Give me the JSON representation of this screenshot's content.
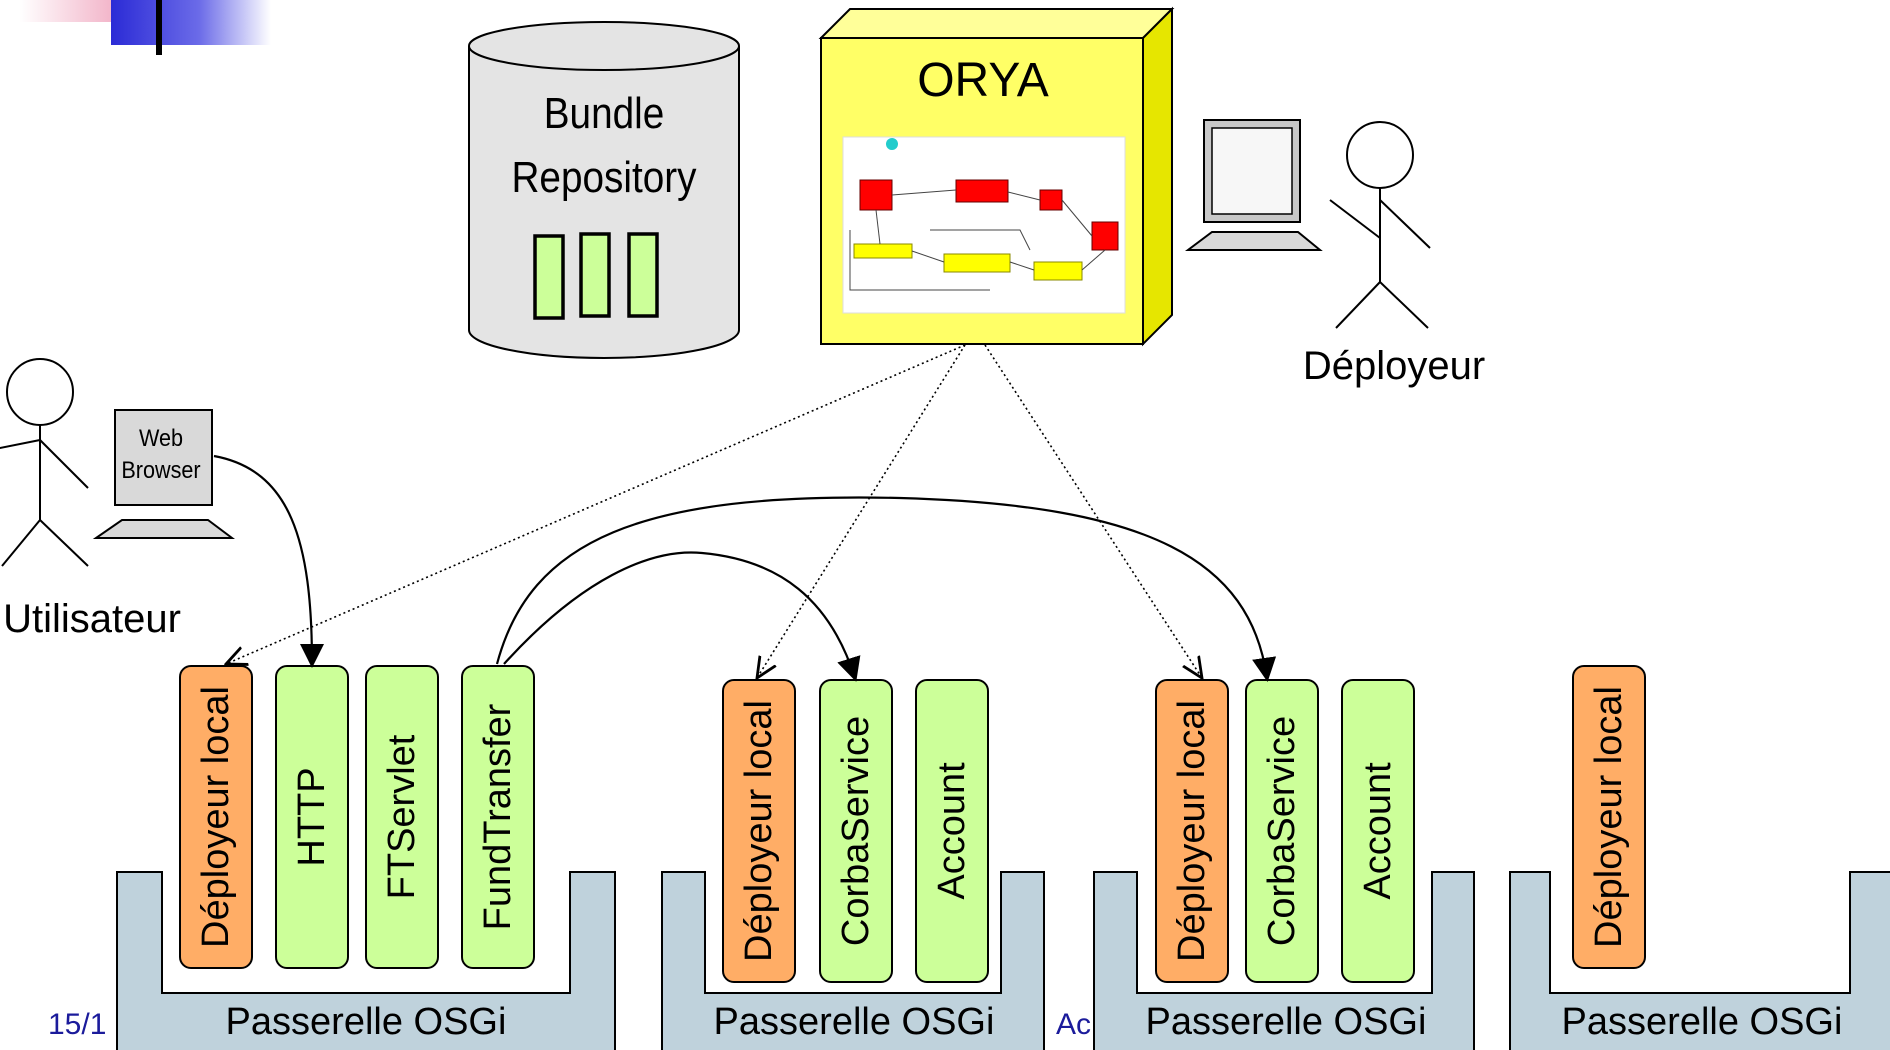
{
  "orya": {
    "title": "ORYA"
  },
  "repository": {
    "line1": "Bundle",
    "line2": "Repository"
  },
  "actors": {
    "deployer": "Déployeur",
    "user": "Utilisateur"
  },
  "browser": {
    "line1": "Web",
    "line2": "Browser"
  },
  "footer": {
    "date_partial": "15/1",
    "text_partial": "Ac"
  },
  "gateway_label": "Passerelle OSGi",
  "gateways": [
    {
      "bundles": [
        "Déployeur local",
        "HTTP",
        "FTServlet",
        "FundTransfer"
      ]
    },
    {
      "bundles": [
        "Déployeur local",
        "CorbaService",
        "Account"
      ]
    },
    {
      "bundles": [
        "Déployeur local",
        "CorbaService",
        "Account"
      ]
    },
    {
      "bundles": [
        "Déployeur local"
      ]
    }
  ],
  "colors": {
    "orya_fill": "#ffff66",
    "bundle_green": "#ccff99",
    "bundle_orange": "#ffad66",
    "gateway_blue": "#bfd2dc",
    "repo_grey": "#e4e4e4",
    "header_blue": "#2b2bd6"
  }
}
